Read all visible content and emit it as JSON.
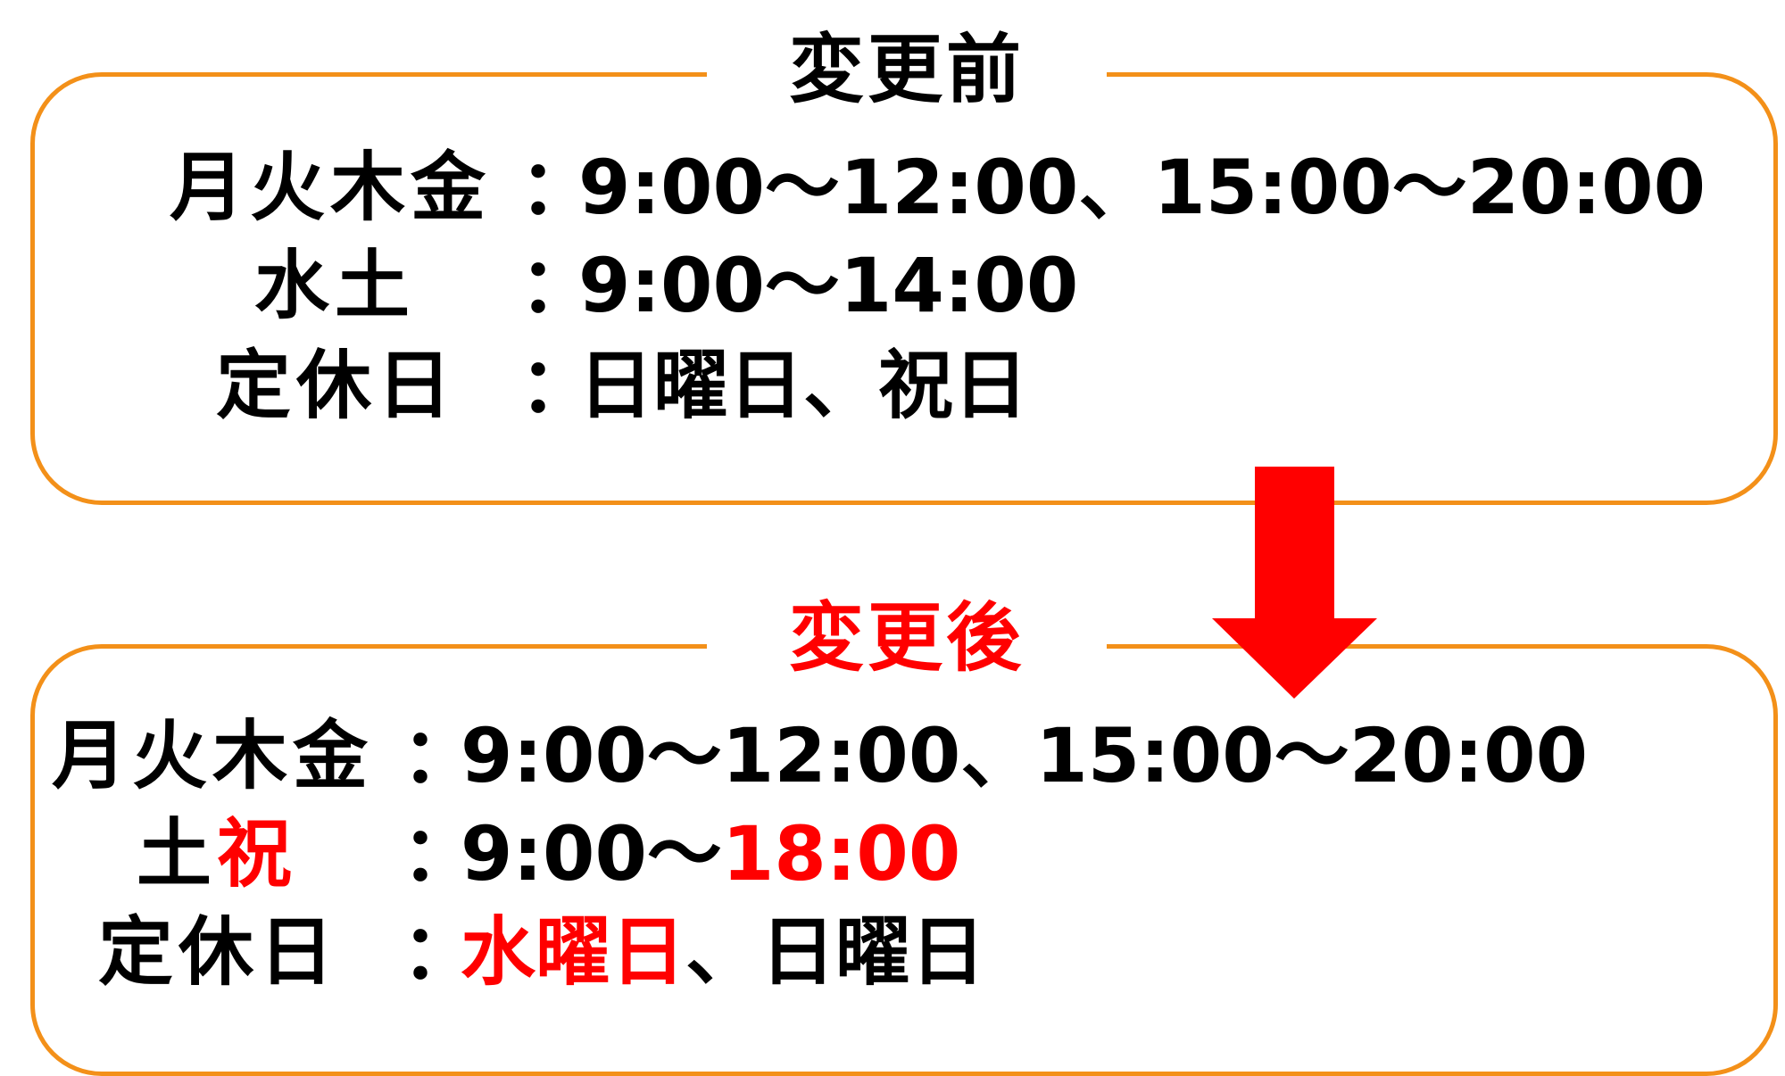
{
  "before": {
    "title": "変更前",
    "rows": [
      {
        "label": "月火木金",
        "colon": "：",
        "value": "9:00〜12:00、15:00〜20:00"
      },
      {
        "label": "水土",
        "colon": "：",
        "value": "9:00〜14:00"
      },
      {
        "label": "定休日",
        "colon": "：",
        "value": "日曜日、祝日"
      }
    ]
  },
  "after": {
    "title": "変更後",
    "rows": [
      {
        "label": "月火木金",
        "colon": "：",
        "value": "9:00〜12:00、15:00〜20:00"
      },
      {
        "label_a": "土",
        "label_b": "祝",
        "colon": "：",
        "value_a": "9:00〜",
        "value_b": "18:00"
      },
      {
        "label": "定休日",
        "colon": "：",
        "value_a": "水曜日",
        "value_b": "、日曜日"
      }
    ]
  },
  "colors": {
    "border": "#f39019",
    "accent": "#ff0000",
    "text": "#000000"
  },
  "icons": {
    "arrow": "arrow-down-icon"
  }
}
